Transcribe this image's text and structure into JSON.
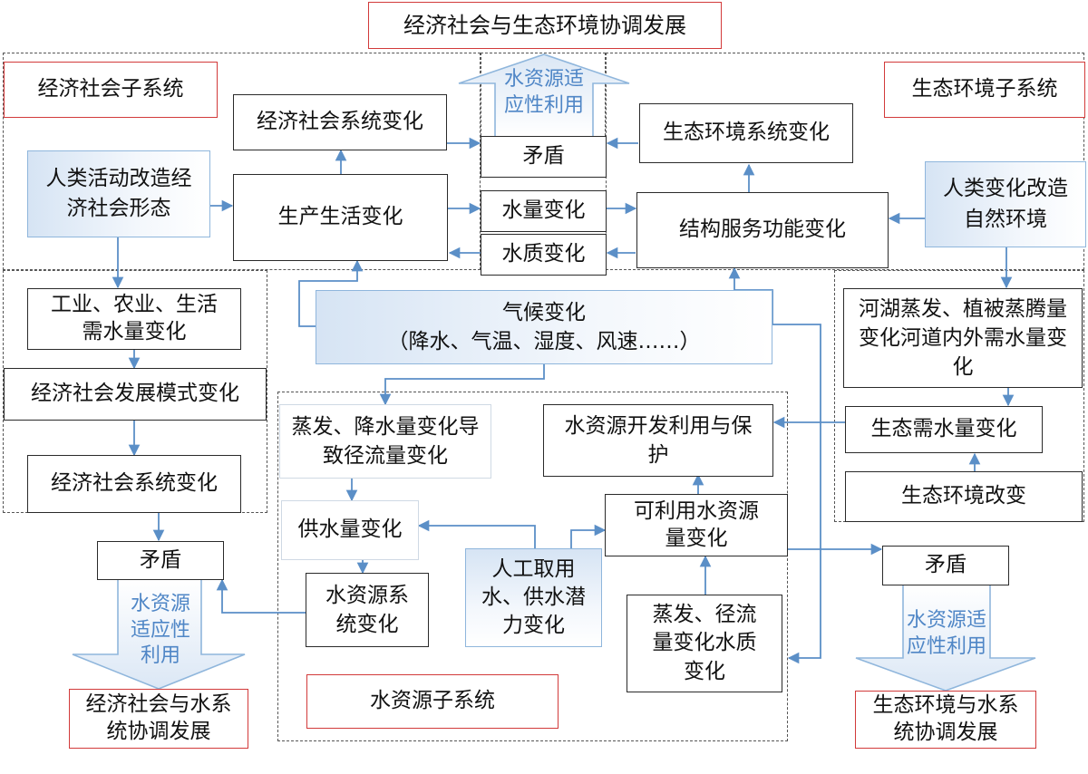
{
  "title": "经济社会与生态环境协调发展",
  "subsystems": {
    "econ": "经济社会子系统",
    "eco": "生态环境子系统",
    "water": "水资源子系统"
  },
  "top": {
    "adapt": "水资源适应性利用",
    "econ_change": "经济社会系统变化",
    "human_econ": "人类活动改造经济社会形态",
    "prod_life": "生产生活变化",
    "conflict": "矛盾",
    "water_qty": "水量变化",
    "water_qual": "水质变化",
    "eco_change": "生态环境系统变化",
    "structure": "结构服务功能变化",
    "human_nature": "人类变化改造自然环境"
  },
  "left": {
    "demand": "工业、农业、生活需水量变化",
    "mode": "经济社会发展模式变化",
    "econ_change2": "经济社会系统变化",
    "conflict": "矛盾",
    "adapt": "水资源适应性利用",
    "coord": "经济社会与水系统协调发展"
  },
  "center": {
    "climate_title": "气候变化",
    "climate_detail": "（降水、气温、湿度、风速……）",
    "evap_runoff": "蒸发、降水量变化导致径流量变化",
    "supply": "供水量变化",
    "water_sys": "水资源系统变化",
    "human_use": "人工取用水、供水潜力变化",
    "dev_protect": "水资源开发利用与保护",
    "available": "可利用水资源量变化",
    "evap_qual": "蒸发、径流量变化水质变化"
  },
  "right": {
    "evap_veg": "河湖蒸发、植被蒸腾量变化河道内外需水量变化",
    "eco_demand": "生态需水量变化",
    "eco_env_change": "生态环境改变",
    "conflict": "矛盾",
    "adapt": "水资源适应性利用",
    "coord": "生态环境与水系统协调发展"
  }
}
